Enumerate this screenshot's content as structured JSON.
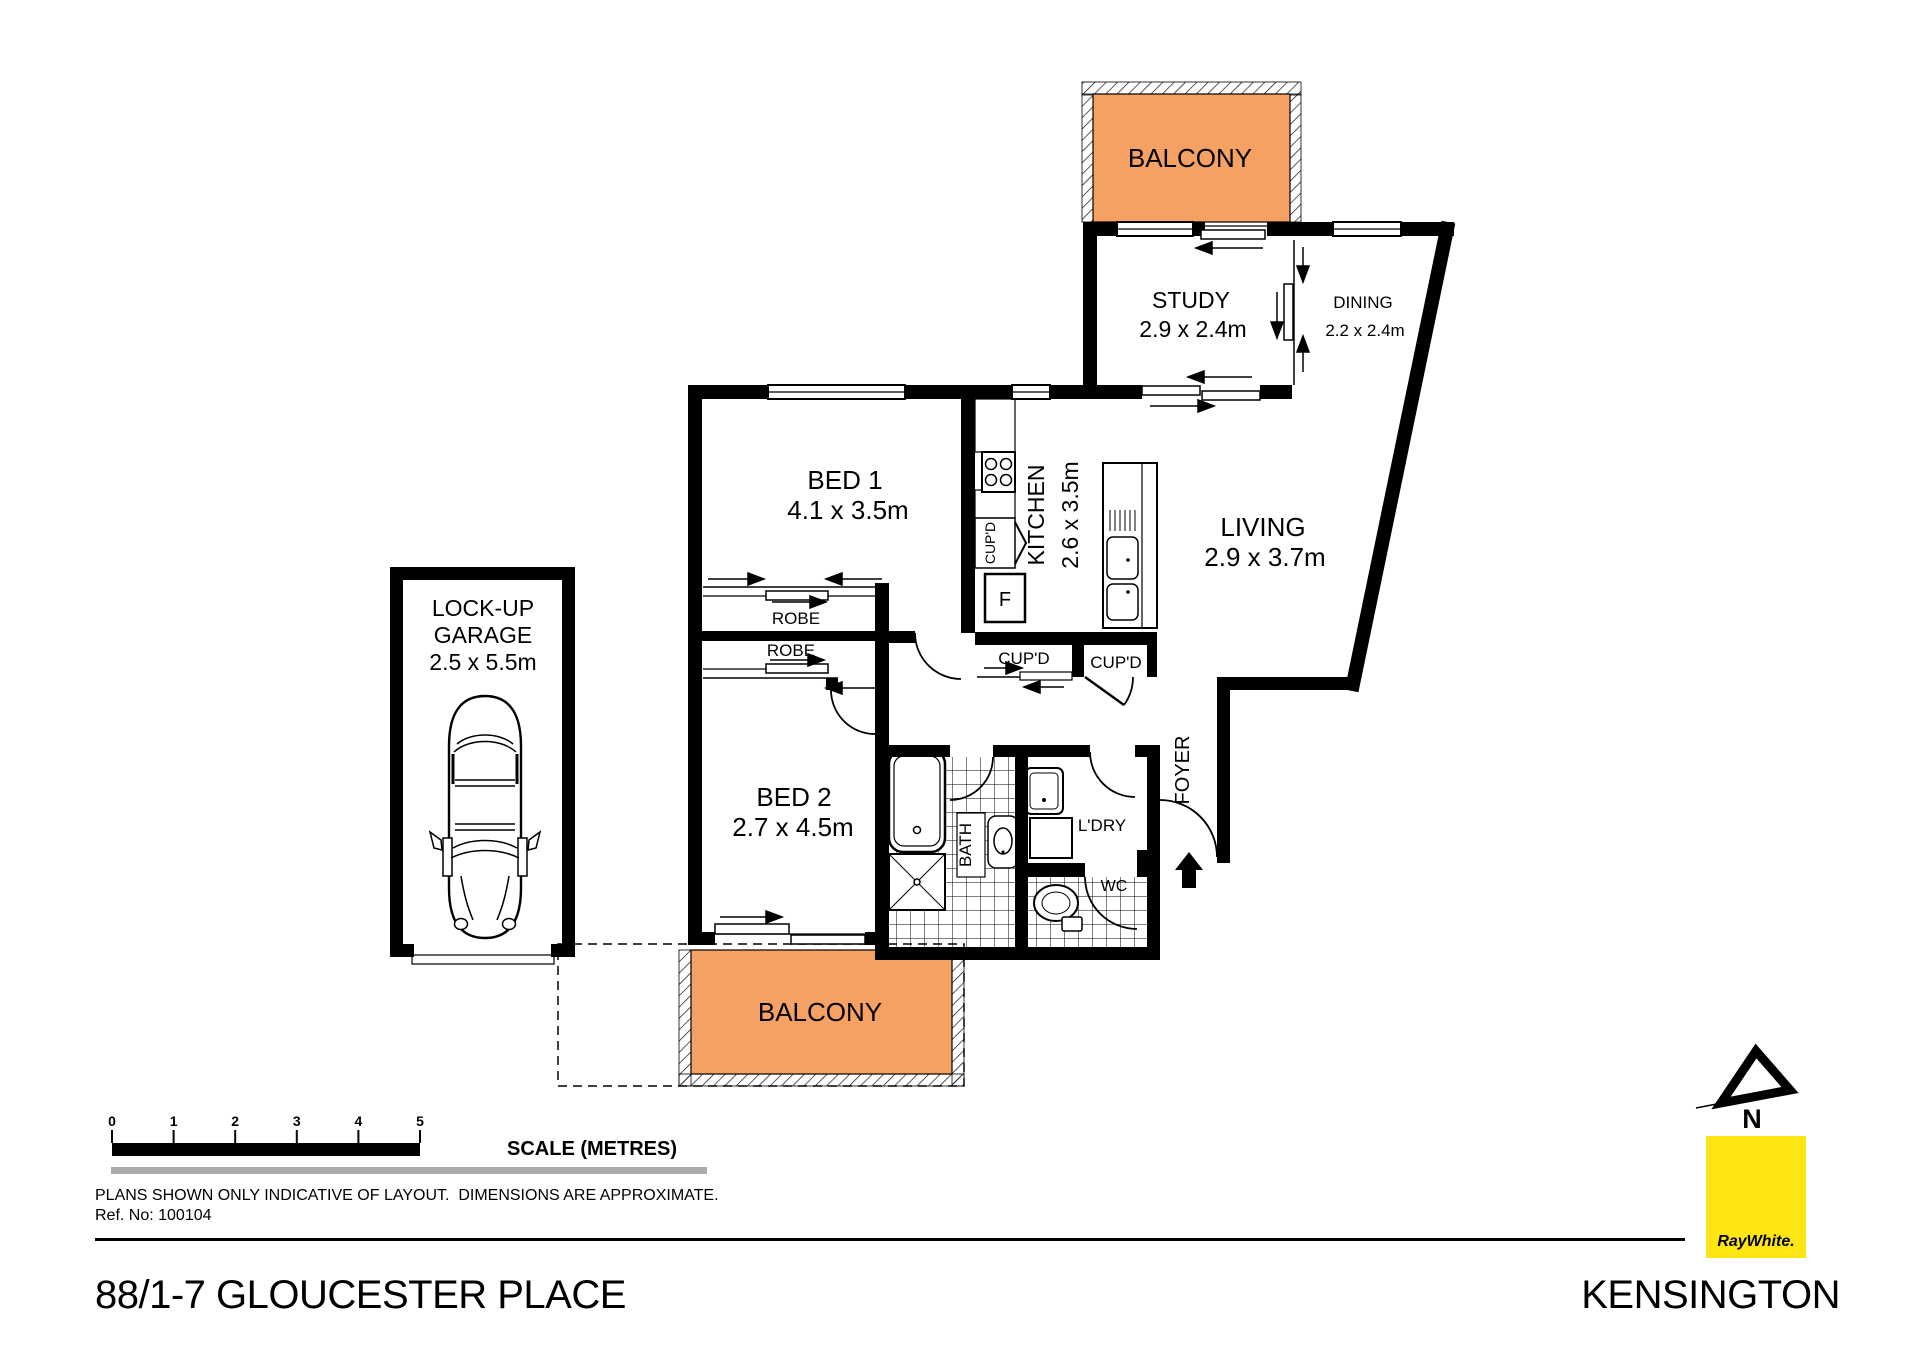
{
  "rooms": {
    "balcony_top": {
      "label": "BALCONY"
    },
    "study": {
      "label": "STUDY",
      "dims": "2.9 x 2.4m"
    },
    "dining": {
      "label": "DINING",
      "dims": "2.2 x 2.4m"
    },
    "bed1": {
      "label": "BED 1",
      "dims": "4.1 x 3.5m"
    },
    "kitchen": {
      "label": "KITCHEN",
      "dims": "2.6 x 3.5m"
    },
    "living": {
      "label": "LIVING",
      "dims": "2.9 x 3.7m"
    },
    "bed2": {
      "label": "BED 2",
      "dims": "2.7 x 4.5m"
    },
    "garage": {
      "label_line1": "LOCK-UP",
      "label_line2": "GARAGE",
      "dims": "2.5 x 5.5m"
    },
    "balcony_bottom": {
      "label": "BALCONY"
    },
    "foyer": {
      "label": "FOYER"
    },
    "bath": {
      "label": "BATH"
    },
    "laundry": {
      "label": "L'DRY"
    },
    "wc": {
      "label": "WC"
    },
    "robe1": {
      "label": "ROBE"
    },
    "robe2": {
      "label": "ROBE"
    },
    "cupd_kitchen": {
      "label": "CUP'D"
    },
    "cupd_hall_1": {
      "label": "CUP'D"
    },
    "cupd_hall_2": {
      "label": "CUP'D"
    },
    "fridge": {
      "label": "F"
    }
  },
  "scale_bar": {
    "ticks": [
      "0",
      "1",
      "2",
      "3",
      "4",
      "5"
    ],
    "title": "SCALE (METRES)"
  },
  "notes": {
    "disclaimer": "PLANS SHOWN ONLY INDICATIVE OF LAYOUT.  DIMENSIONS ARE APPROXIMATE.",
    "ref": "Ref. No: 100104"
  },
  "footer": {
    "address": "88/1-7 GLOUCESTER PLACE",
    "suburb": "KENSINGTON"
  },
  "compass": {
    "label": "N"
  },
  "brand": {
    "logo_text": "RayWhite."
  },
  "colors": {
    "balcony_fill": "#F5A164",
    "wall": "#000000",
    "bar_gray": "#ABABAB",
    "brand_yellow": "#FFE512"
  }
}
